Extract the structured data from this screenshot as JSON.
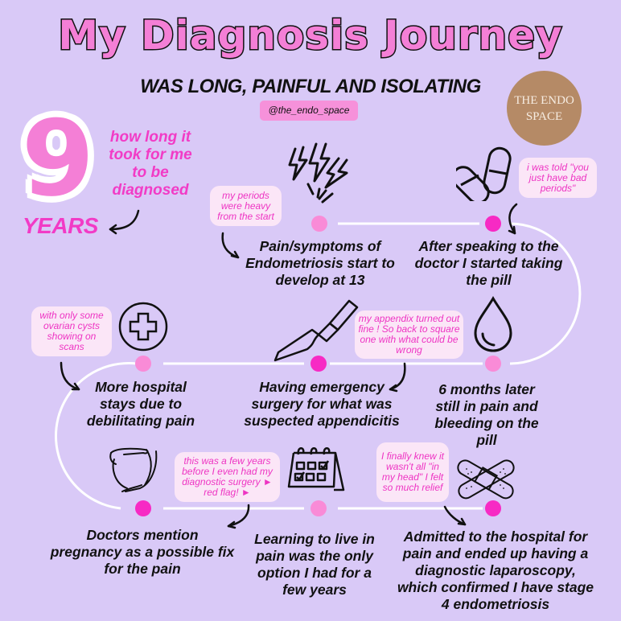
{
  "header": {
    "title": "My Diagnosis Journey",
    "subtitle": "WAS LONG, PAINFUL AND ISOLATING",
    "handle": "@the_endo_space"
  },
  "logo": {
    "line1": "THE ENDO",
    "line2": "SPACE"
  },
  "duration": {
    "number": "9",
    "unit": "YEARS",
    "note": "how long it took for me to be diagnosed"
  },
  "colors": {
    "background": "#d9c9f7",
    "title_pink": "#f47fd6",
    "accent_pink": "#f23bc6",
    "dot_light": "#f98bd7",
    "dot_bright": "#f72ac4",
    "note_bg": "#fbe6f7",
    "logo_brown": "#b58a66"
  },
  "steps": [
    {
      "text": "Pain/symptoms of Endometriosis start to develop at 13",
      "icon": "lightning-icon",
      "note": "my periods were heavy from the start"
    },
    {
      "text": "After speaking to the doctor I started taking the pill",
      "icon": "pills-icon",
      "note": "i was told \"you just have bad periods\""
    },
    {
      "text": "6 months later still in pain and bleeding on the pill",
      "icon": "blood-drop-icon",
      "note": ""
    },
    {
      "text": "Having emergency surgery for what was suspected appendicitis",
      "icon": "scalpel-icon",
      "note": "my appendix turned out fine ! So back to square one with what could be wrong"
    },
    {
      "text": "More hospital stays due to debilitating pain",
      "icon": "medical-cross-icon",
      "note": "with only some ovarian cysts showing on scans"
    },
    {
      "text": "Doctors mention pregnancy as a possible fix for the pain",
      "icon": "pregnancy-icon",
      "note": "this was a few years before I even had my diagnostic surgery ► red flag! ►"
    },
    {
      "text": "Learning to live in pain was the only option I had for a few years",
      "icon": "calendar-icon",
      "note": ""
    },
    {
      "text": "Admitted to the hospital for pain and ended up having a diagnostic laparoscopy, which confirmed I have stage 4 endometriosis",
      "icon": "bandage-icon",
      "note": "I finally knew it wasn't all \"in my head\" I felt so much relief"
    }
  ]
}
